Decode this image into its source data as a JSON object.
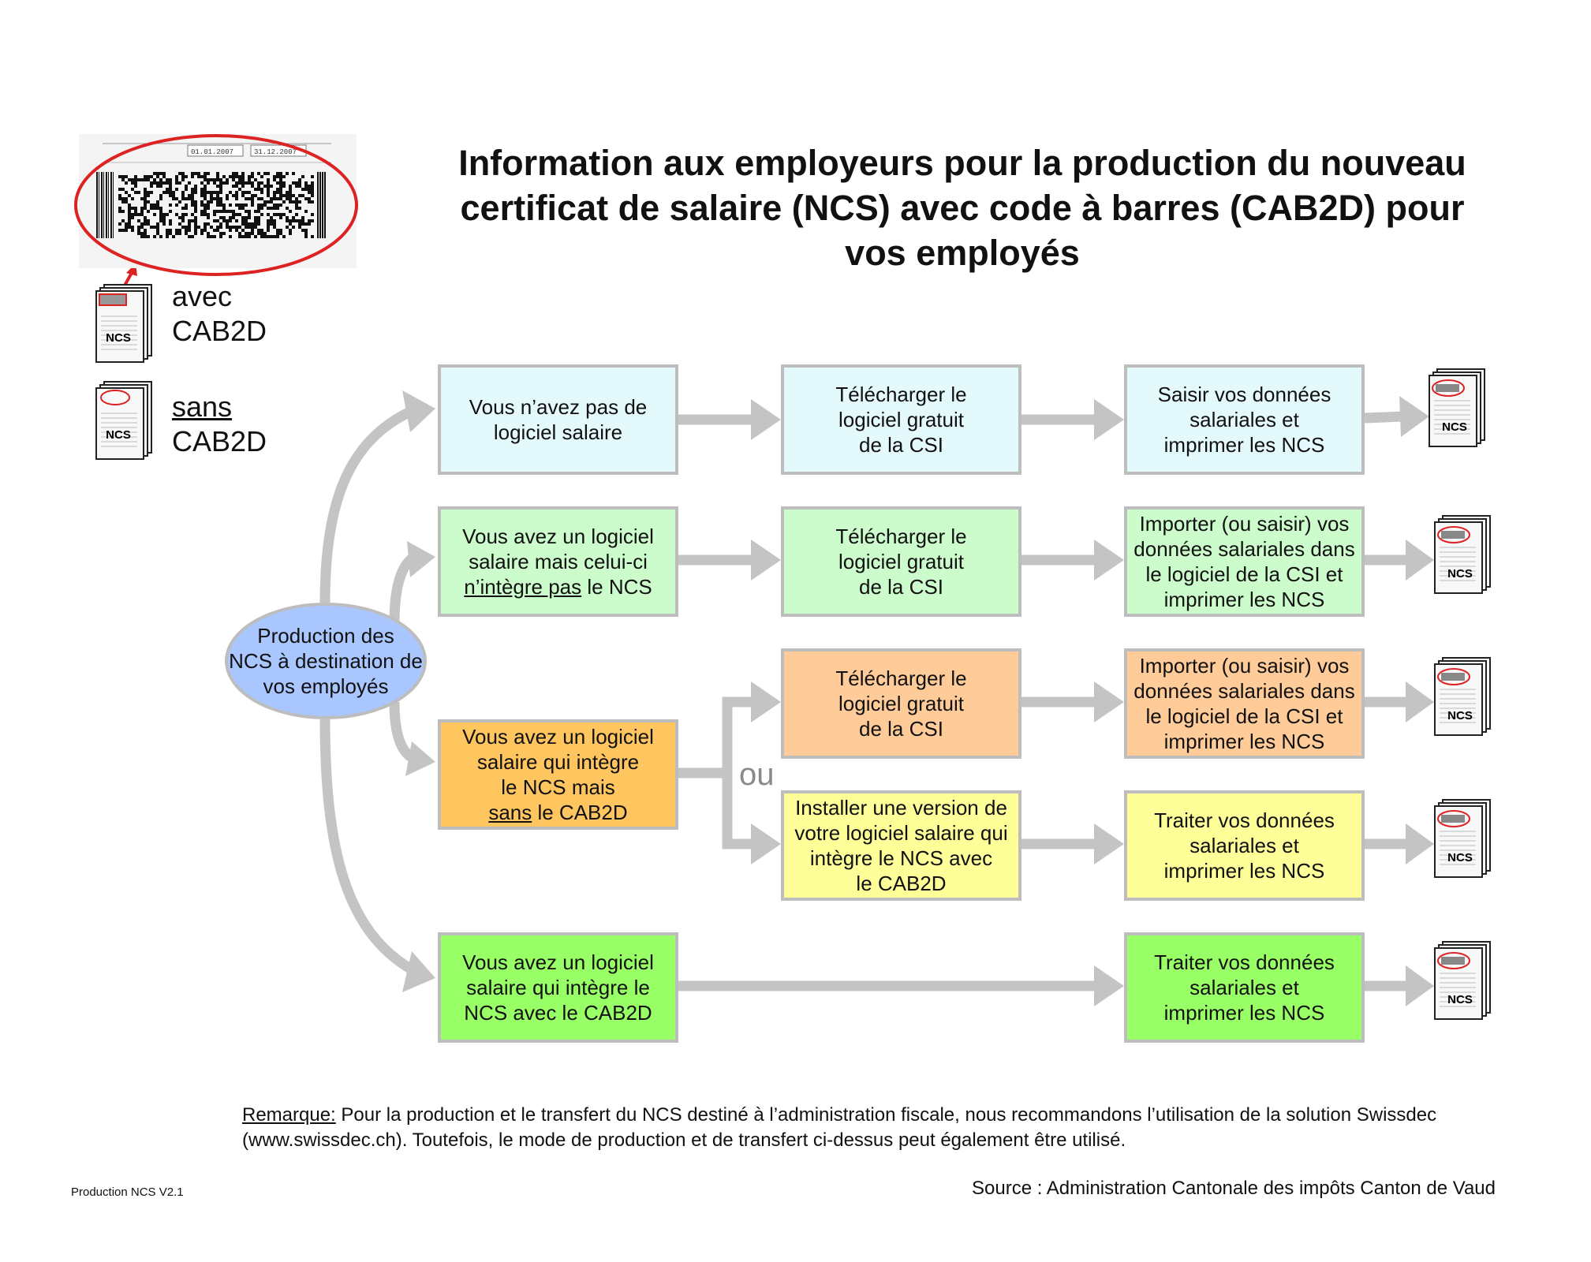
{
  "title": {
    "line1": "Information aux employeurs pour la production du nouveau",
    "line2": "certificat de salaire (NCS) avec code à barres (CAB2D) pour",
    "line3": "vos employés"
  },
  "legend": {
    "with": {
      "line1": "avec",
      "line2": "CAB2D"
    },
    "without": {
      "line1": "sans",
      "line2": "CAB2D"
    },
    "doc_label": "NCS",
    "barcode_form": {
      "date_from": "01.01.2007",
      "date_to": "31.12.2007"
    }
  },
  "center": {
    "line1": "Production des",
    "line2": "NCS à destination de",
    "line3": "vos employés"
  },
  "rows": {
    "r1": {
      "start": {
        "l1": "Vous n’avez pas de",
        "l2": "logiciel salaire"
      },
      "mid": {
        "l1": "Télécharger le",
        "l2": "logiciel gratuit",
        "l3": "de la CSI"
      },
      "end": {
        "l1": "Saisir vos données",
        "l2": "salariales et",
        "l3": "imprimer les NCS"
      }
    },
    "r2": {
      "start": {
        "l1": "Vous avez un logiciel",
        "l2": "salaire mais celui-ci",
        "l3_u": "n’intègre pas",
        "l3_rest": " le NCS"
      },
      "mid": {
        "l1": "Télécharger le",
        "l2": "logiciel gratuit",
        "l3": "de la CSI"
      },
      "end": {
        "l1": "Importer (ou saisir) vos",
        "l2": "données salariales dans",
        "l3": "le logiciel de la CSI et",
        "l4": "imprimer les NCS"
      }
    },
    "r3": {
      "start": {
        "l1": "Vous avez un logiciel",
        "l2": "salaire qui intègre",
        "l3": "le NCS mais",
        "l4_u": "sans",
        "l4_rest": " le CAB2D"
      },
      "mid_a": {
        "l1": "Télécharger le",
        "l2": "logiciel gratuit",
        "l3": "de la CSI"
      },
      "end_a": {
        "l1": "Importer (ou saisir) vos",
        "l2": "données salariales dans",
        "l3": "le logiciel de la CSI et",
        "l4": "imprimer les NCS"
      },
      "or_label": "ou",
      "mid_b": {
        "l1": "Installer une version de",
        "l2": "votre logiciel salaire qui",
        "l3": "intègre le NCS avec",
        "l4": "le CAB2D"
      },
      "end_b": {
        "l1": "Traiter vos données",
        "l2": "salariales et",
        "l3": "imprimer les NCS"
      }
    },
    "r4": {
      "start": {
        "l1": "Vous avez un logiciel",
        "l2": "salaire qui intègre le",
        "l3": "NCS avec le CAB2D"
      },
      "end": {
        "l1": "Traiter vos données",
        "l2": "salariales et",
        "l3": "imprimer les NCS"
      }
    }
  },
  "remark": {
    "label": "Remarque:",
    "text": " Pour la production et le transfert du NCS destiné à l’administration fiscale, nous recommandons l’utilisation de la solution Swissdec (www.swissdec.ch). Toutefois, le mode de production et de transfert ci-dessus peut également être utilisé."
  },
  "version": "Production NCS V2.1",
  "source": "Source : Administration Cantonale des impôts Canton de Vaud",
  "colors": {
    "arrow": "#c4c4c4",
    "border": "#bdbdbd",
    "cyan": "#e4f9fc",
    "light_green": "#ccfccc",
    "dark_orange": "#ffc55f",
    "light_orange": "#ffcc99",
    "yellow": "#ffff99",
    "green": "#99ff66",
    "ellipse": "#a9c6ff",
    "barcode_circle": "#dd2222"
  }
}
